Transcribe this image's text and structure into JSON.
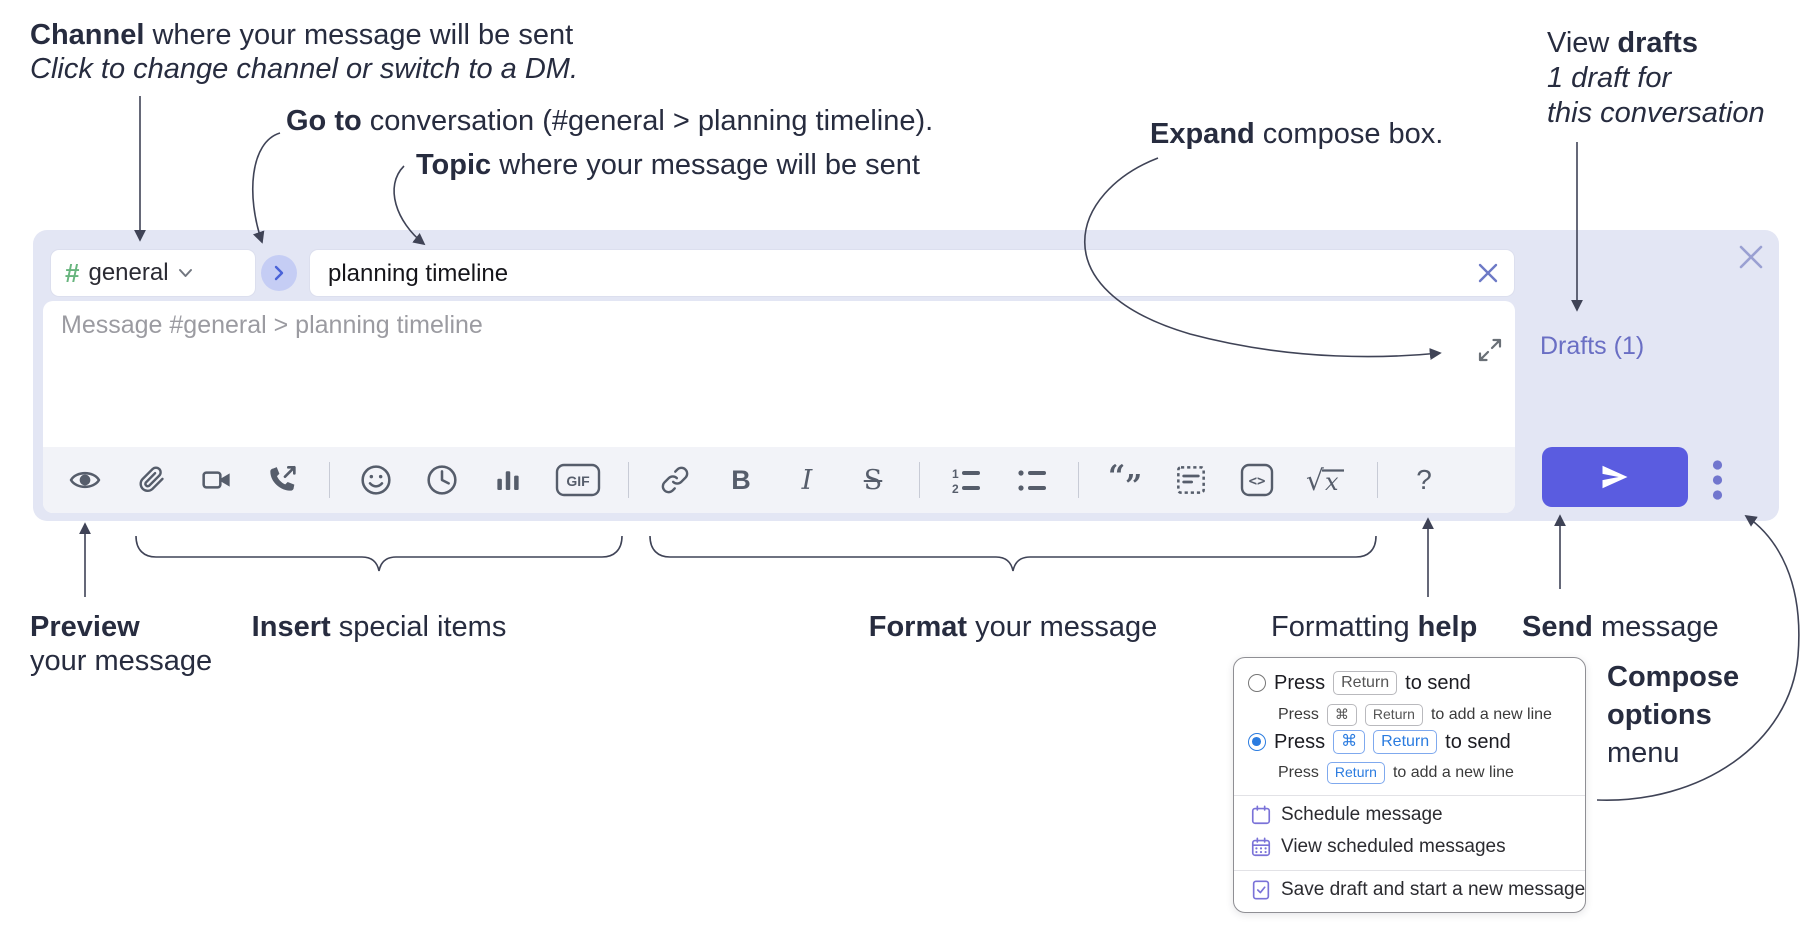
{
  "annotations": {
    "channel": {
      "bold": "Channel",
      "rest": " where your message will be sent",
      "italic": "Click to change channel or switch to a DM."
    },
    "goto": {
      "bold": "Go to",
      "rest": " conversation (#general > planning timeline)."
    },
    "topic": {
      "bold": "Topic",
      "rest": " where your message will be sent"
    },
    "expand": {
      "bold": "Expand",
      "rest": " compose box."
    },
    "drafts": {
      "regular": "View ",
      "bold": "drafts",
      "line2": "1 draft for",
      "line3": "this conversation"
    },
    "preview": {
      "bold": "Preview",
      "line2": "your message"
    },
    "insert": {
      "bold": "Insert",
      "rest": " special items"
    },
    "format": {
      "bold": "Format",
      "rest": " your message"
    },
    "help": {
      "regular": "Formatting ",
      "bold": "help"
    },
    "send": {
      "bold": "Send",
      "rest": " message"
    },
    "compose_options": {
      "line1": "Compose",
      "line2": "options",
      "line3": "menu"
    }
  },
  "compose": {
    "hash": "#",
    "channel_name": "general",
    "topic_value": "planning timeline",
    "message_placeholder": "Message #general > planning timeline",
    "drafts_link": "Drafts (1)",
    "toolbar": {
      "gif": "GIF",
      "bold": "B",
      "italic": "I",
      "strike": "S",
      "list_num_1": "1",
      "list_num_2": "2",
      "quote_open": "“",
      "quote_close": "”",
      "code": "<>",
      "sqrt": "√",
      "sqrt_x": "x",
      "help": "?",
      "icon_names": [
        "preview-eye",
        "attach-paperclip",
        "video-call",
        "voice-call",
        "emoji-smiley",
        "global-time-clock",
        "poll-chart",
        "gif",
        "link",
        "bold",
        "italic",
        "strikethrough",
        "numbered-list",
        "bulleted-list",
        "quote",
        "spoiler",
        "code",
        "math",
        "help"
      ]
    }
  },
  "menu": {
    "opt1": {
      "press": "Press",
      "key": "Return",
      "after": "to send"
    },
    "opt1_sub": {
      "press": "Press",
      "key1": "⌘",
      "key2": "Return",
      "after": "to add a new line"
    },
    "opt2": {
      "press": "Press",
      "key1": "⌘",
      "key2": "Return",
      "after": "to send"
    },
    "opt2_sub": {
      "press": "Press",
      "key": "Return",
      "after": "to add a new line"
    },
    "schedule": "Schedule message",
    "view_scheduled": "View scheduled messages",
    "save_draft": "Save draft and start a new message"
  },
  "colors": {
    "send_button": "#5a5ce0",
    "drafts_link": "#6a6fc4",
    "radio_selected": "#2b7ce0",
    "menu_icon_purple": "#7a72d8",
    "hash_green": "#68b57e",
    "compose_bg": "#e3e6f4",
    "toolbar_bg": "#f2f3f8",
    "annotation_text": "#272c3f"
  }
}
